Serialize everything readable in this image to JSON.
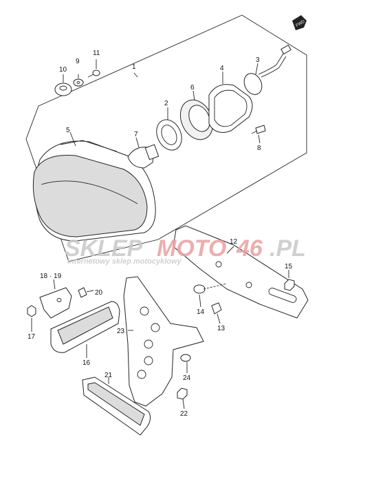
{
  "parts": [
    {
      "id": "p1",
      "num": "1"
    },
    {
      "id": "p2",
      "num": "2"
    },
    {
      "id": "p3",
      "num": "3"
    },
    {
      "id": "p4",
      "num": "4"
    },
    {
      "id": "p5",
      "num": "5"
    },
    {
      "id": "p6",
      "num": "6"
    },
    {
      "id": "p7",
      "num": "7"
    },
    {
      "id": "p8",
      "num": "8"
    },
    {
      "id": "p9",
      "num": "9"
    },
    {
      "id": "p10",
      "num": "10"
    },
    {
      "id": "p11",
      "num": "11"
    },
    {
      "id": "p12",
      "num": "12"
    },
    {
      "id": "p13",
      "num": "13"
    },
    {
      "id": "p14",
      "num": "14"
    },
    {
      "id": "p15",
      "num": "15"
    },
    {
      "id": "p16",
      "num": "16"
    },
    {
      "id": "p17",
      "num": "17"
    },
    {
      "id": "p18_19",
      "num": "18 · 19"
    },
    {
      "id": "p20",
      "num": "20"
    },
    {
      "id": "p21",
      "num": "21"
    },
    {
      "id": "p22",
      "num": "22"
    },
    {
      "id": "p23",
      "num": "23"
    },
    {
      "id": "p24",
      "num": "24"
    }
  ],
  "fwd_badge": "FWD",
  "watermark": {
    "brand_part1": "SKLEP",
    "brand_part2": "MOTO",
    "brand_part3": "46",
    "brand_part4": ".PL",
    "tagline": "internetowy sklep motocyklowy",
    "color_gray": "#c8c8c8",
    "color_red": "#e8a0a0"
  },
  "colors": {
    "line": "#222222",
    "lens": "#dcdcdc",
    "background": "#ffffff"
  }
}
